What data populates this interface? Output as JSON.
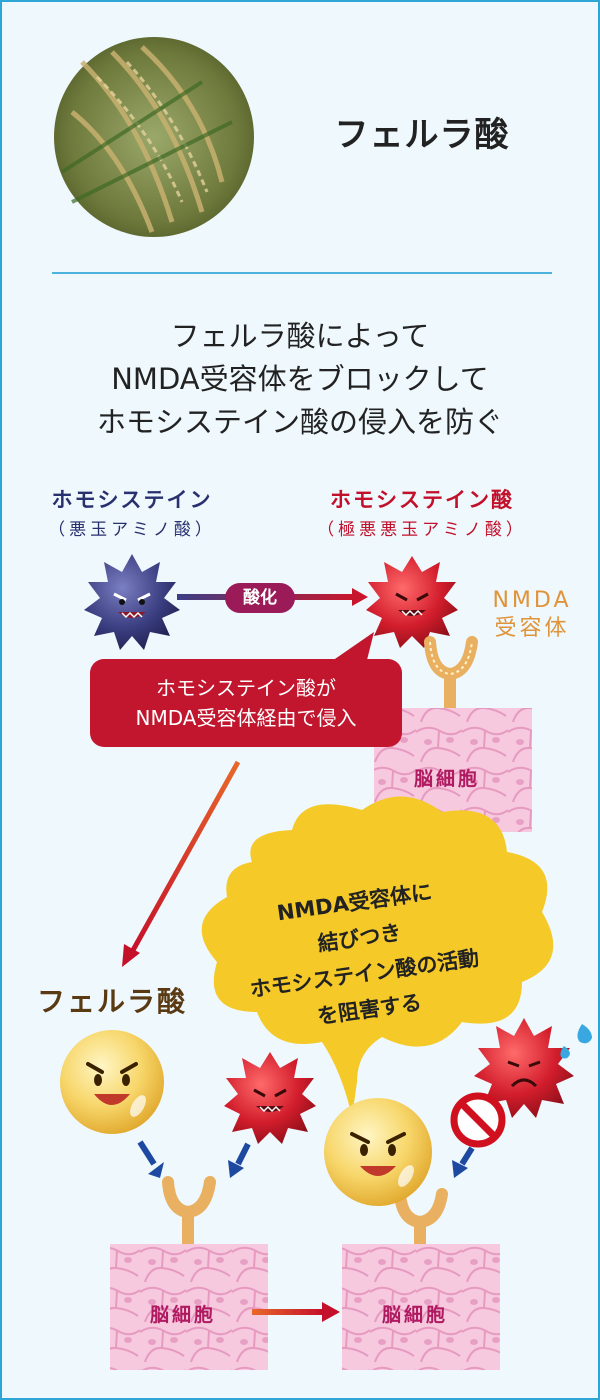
{
  "title": "フェルラ酸",
  "headline": {
    "line1": "フェルラ酸によって",
    "line2": "NMDA受容体をブロックして",
    "line3": "ホモシステイン酸の侵入を防ぐ"
  },
  "homocysteine": {
    "name": "ホモシステイン",
    "sub": "（悪玉アミノ酸）"
  },
  "oxidation": "酸化",
  "homocysteic_acid": {
    "name": "ホモシステイン酸",
    "sub": "（極悪悪玉アミノ酸）"
  },
  "nmda_receptor": {
    "line1": "NMDA",
    "line2": "受容体"
  },
  "callout": {
    "line1": "ホモシステイン酸が",
    "line2": "NMDA受容体経由で侵入"
  },
  "brain_cell": "脳細胞",
  "ferulic_acid_label": "フェルラ酸",
  "cloud": {
    "line1": "NMDA受容体に",
    "line2": "結びつき",
    "line3": "ホモシステイン酸の活動",
    "line4": "を阻害する"
  },
  "colors": {
    "border": "#2ea7d6",
    "navy": "#29306f",
    "red": "#c3102a",
    "receptor": "#e0943a",
    "cloud": "#f4c928"
  }
}
